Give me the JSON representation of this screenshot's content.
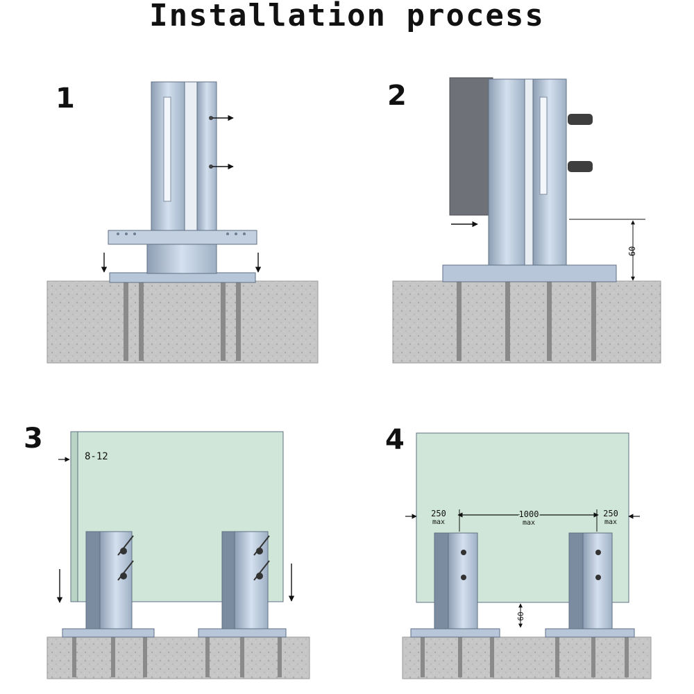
{
  "title": "Installation process",
  "steps": [
    {
      "number": "1"
    },
    {
      "number": "2",
      "dim_height": "60"
    },
    {
      "number": "3",
      "dim_glass": "8-12"
    },
    {
      "number": "4",
      "dim_edge_left": "250",
      "dim_edge_left_unit": "max",
      "dim_spacing": "1000",
      "dim_spacing_unit": "max",
      "dim_edge_right": "250",
      "dim_edge_right_unit": "max",
      "dim_height": "60"
    }
  ],
  "colors": {
    "metal_light": "#c9d6e6",
    "metal_mid": "#a8b8cc",
    "metal_dark": "#7b8ba0",
    "concrete": "#c9c9c9",
    "glass": "#cfe6d8",
    "dark_panel": "#6e7178"
  }
}
